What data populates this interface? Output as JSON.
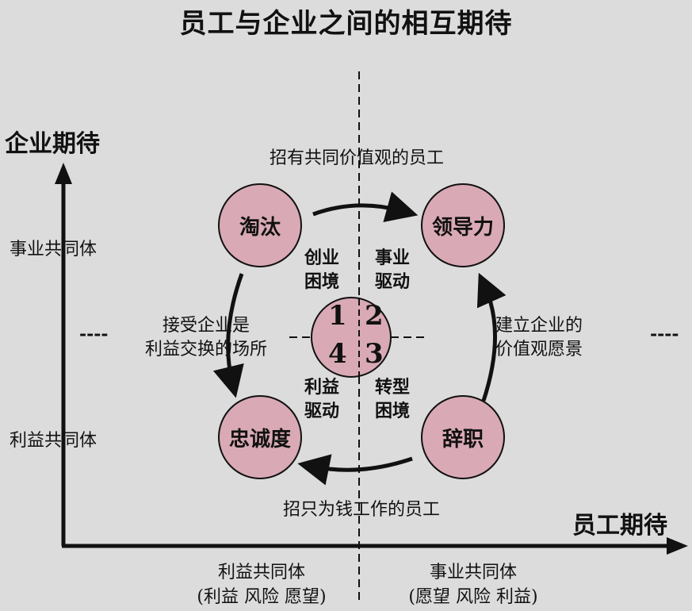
{
  "title": "员工与企业之间的相互期待",
  "axes": {
    "y_title": "企业期待",
    "x_title": "员工期待",
    "y_upper": "事业共同体",
    "y_lower": "利益共同体",
    "x_left": "利益共同体",
    "x_left_sub": "(利益  风险  愿望)",
    "x_right": "事业共同体",
    "x_right_sub": "(愿望  风险  利益)",
    "left_dash": "----",
    "right_dash": "----"
  },
  "nodes": {
    "top_left": "淘汰",
    "top_right": "领导力",
    "bottom_left": "忠诚度",
    "bottom_right": "辞职"
  },
  "arrows": {
    "top": "招有共同价值观的员工",
    "bottom": "招只为钱工作的员工",
    "left_line1": "接受企业是",
    "left_line2": "利益交换的场所",
    "right_line1": "建立企业的",
    "right_line2": "价值观愿景"
  },
  "quadrants": {
    "q1": {
      "num": "1",
      "line1": "创业",
      "line2": "困境"
    },
    "q2": {
      "num": "2",
      "line1": "事业",
      "line2": "驱动"
    },
    "q3": {
      "num": "3",
      "line1": "转型",
      "line2": "困境"
    },
    "q4": {
      "num": "4",
      "line1": "利益",
      "line2": "驱动"
    }
  }
}
